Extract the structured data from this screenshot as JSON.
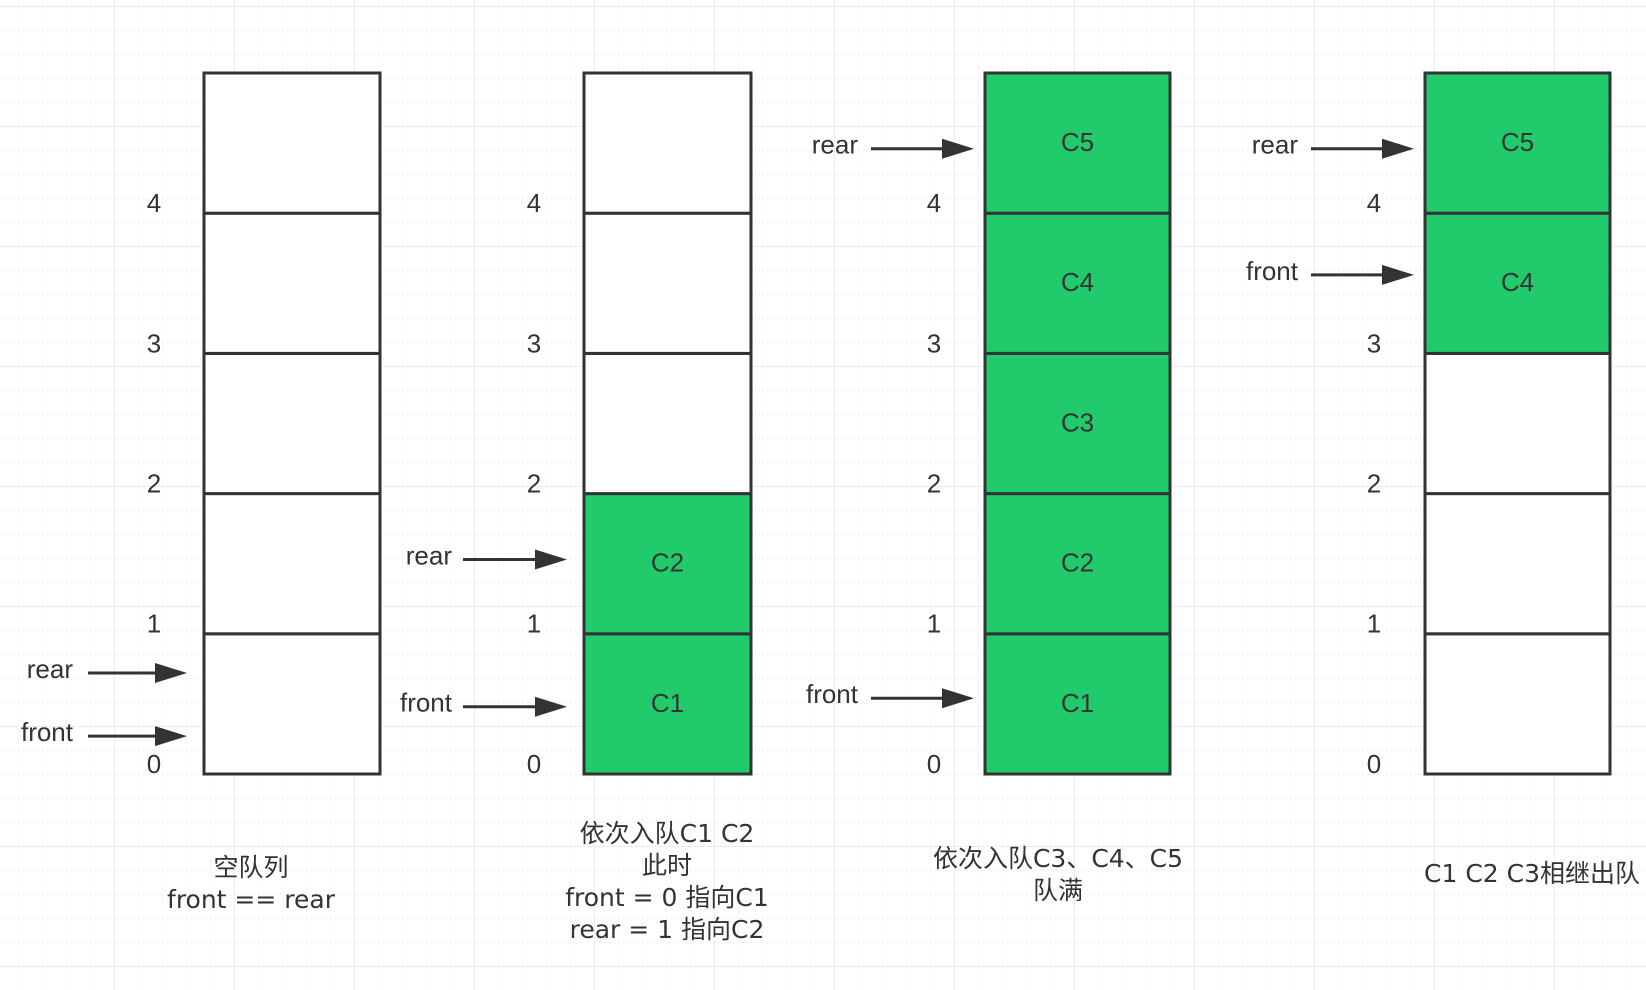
{
  "diagram": {
    "index_labels": [
      "0",
      "1",
      "2",
      "3",
      "4"
    ],
    "colors": {
      "filled": "#21cb6b",
      "empty": "#ffffff",
      "stroke": "#333333"
    },
    "stacks": [
      {
        "cells": [
          "",
          "",
          "",
          "",
          ""
        ],
        "pointers": [
          {
            "label": "rear",
            "slot": 0.72
          },
          {
            "label": "front",
            "slot": 0.27
          }
        ],
        "caption": [
          "空队列",
          "front == rear"
        ]
      },
      {
        "cells": [
          "C1",
          "C2",
          "",
          "",
          ""
        ],
        "pointers": [
          {
            "label": "rear",
            "slot": 1.53
          },
          {
            "label": "front",
            "slot": 0.48
          }
        ],
        "caption": [
          "依次入队C1 C2",
          "此时",
          "front = 0 指向C1",
          "rear = 1 指向C2"
        ]
      },
      {
        "cells": [
          "C1",
          "C2",
          "C3",
          "C4",
          "C5"
        ],
        "pointers": [
          {
            "label": "rear",
            "slot": 4.46
          },
          {
            "label": "front",
            "slot": 0.54
          }
        ],
        "caption": [
          "依次入队C3、C4、C5",
          "队满"
        ]
      },
      {
        "cells": [
          "",
          "",
          "",
          "C4",
          "C5"
        ],
        "pointers": [
          {
            "label": "rear",
            "slot": 4.46
          },
          {
            "label": "front",
            "slot": 3.56
          }
        ],
        "caption": [
          "C1 C2 C3相继出队"
        ]
      }
    ]
  }
}
